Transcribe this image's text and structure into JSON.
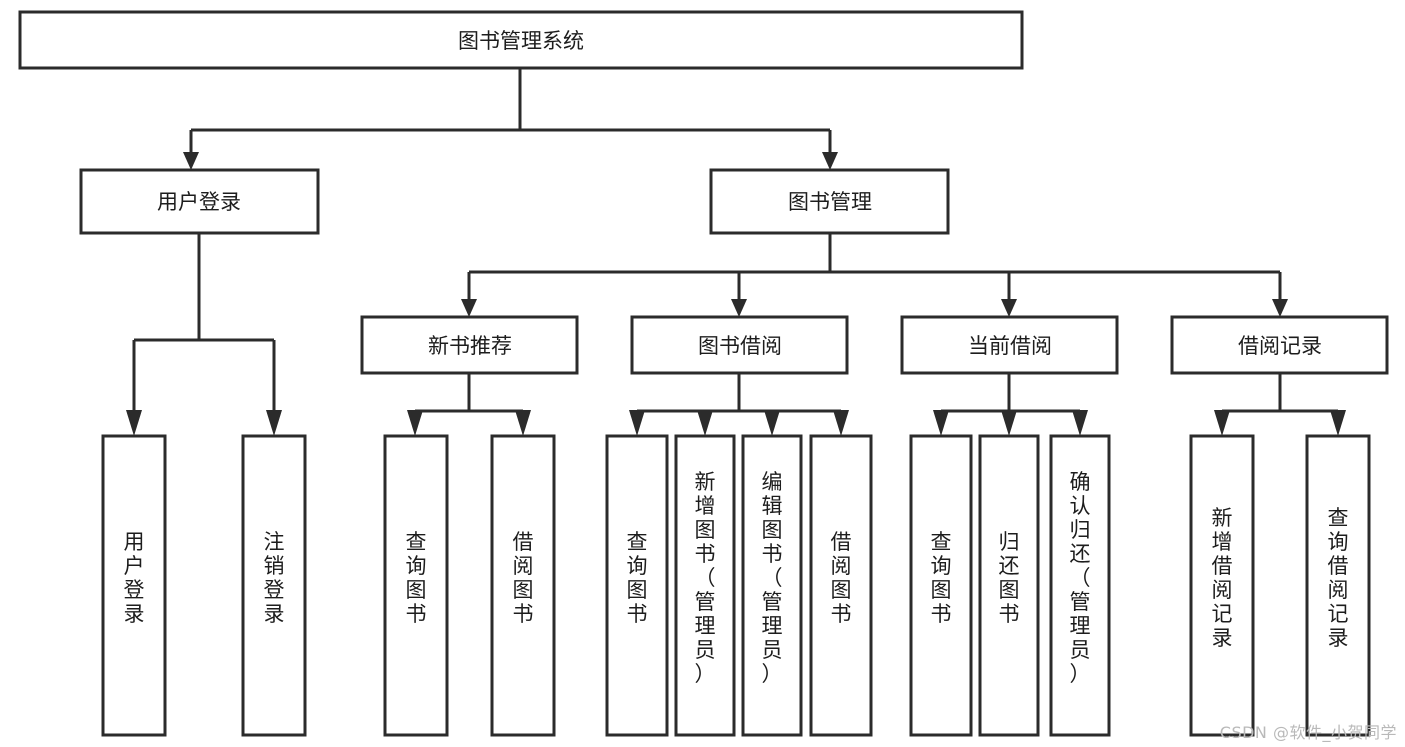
{
  "diagram": {
    "type": "tree-hierarchy",
    "title": "图书管理系统",
    "watermark": "CSDN @软件_小贺同学",
    "colors": {
      "stroke": "#2b2b2b",
      "fill": "#ffffff",
      "text": "#1d1d1d",
      "watermark": "#b9b9b9"
    },
    "levels": {
      "root": {
        "label": "图书管理系统"
      },
      "level2": [
        {
          "label": "用户登录"
        },
        {
          "label": "图书管理"
        }
      ],
      "level3": [
        {
          "label": "新书推荐"
        },
        {
          "label": "图书借阅"
        },
        {
          "label": "当前借阅"
        },
        {
          "label": "借阅记录"
        }
      ],
      "leaves": {
        "user_login": [
          {
            "label": "用户登录"
          },
          {
            "label": "注销登录"
          }
        ],
        "new_book_recommend": [
          {
            "label": "查询图书"
          },
          {
            "label": "借阅图书"
          }
        ],
        "book_borrow": [
          {
            "label": "查询图书"
          },
          {
            "label": "新增图书（管理员）"
          },
          {
            "label": "编辑图书（管理员）"
          },
          {
            "label": "借阅图书"
          }
        ],
        "current_borrow": [
          {
            "label": "查询图书"
          },
          {
            "label": "归还图书"
          },
          {
            "label": "确认归还（管理员）"
          }
        ],
        "borrow_record": [
          {
            "label": "新增借阅记录"
          },
          {
            "label": "查询借阅记录"
          }
        ]
      }
    }
  }
}
